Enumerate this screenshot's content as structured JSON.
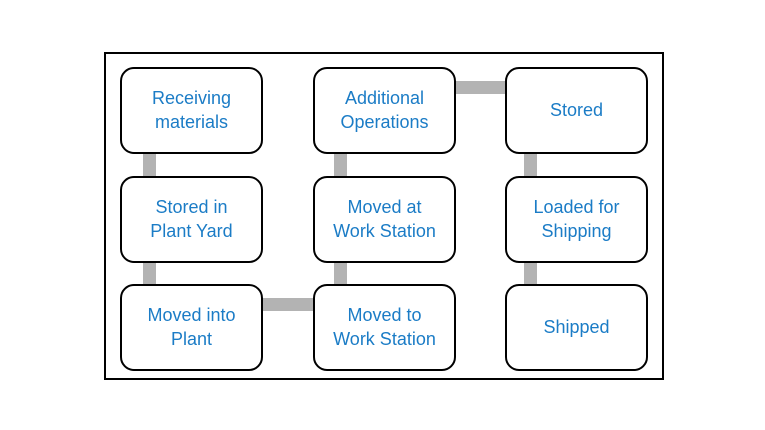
{
  "diagram": {
    "type": "flowchart",
    "background_color": "#ffffff",
    "frame_color": "#000000",
    "node_style": {
      "fill": "#ffffff",
      "border_color": "#000000",
      "text_color": "#1b7cc6"
    },
    "connector_color": "#b3b3b3",
    "nodes": [
      {
        "id": "receiving-materials",
        "label": "Receiving materials",
        "col": 1,
        "row": 1
      },
      {
        "id": "stored-in-plant-yard",
        "label": "Stored in Plant Yard",
        "col": 1,
        "row": 2
      },
      {
        "id": "moved-into-plant",
        "label": "Moved into Plant",
        "col": 1,
        "row": 3
      },
      {
        "id": "additional-operations",
        "label": "Additional Operations",
        "col": 2,
        "row": 1
      },
      {
        "id": "moved-at-work-station",
        "label": "Moved at Work Station",
        "col": 2,
        "row": 2
      },
      {
        "id": "moved-to-work-station",
        "label": "Moved to Work Station",
        "col": 2,
        "row": 3
      },
      {
        "id": "stored",
        "label": "Stored",
        "col": 3,
        "row": 1
      },
      {
        "id": "loaded-for-shipping",
        "label": "Loaded for Shipping",
        "col": 3,
        "row": 2
      },
      {
        "id": "shipped",
        "label": "Shipped",
        "col": 3,
        "row": 3
      }
    ],
    "connections": [
      {
        "from": "receiving-materials",
        "to": "stored-in-plant-yard",
        "orientation": "vertical"
      },
      {
        "from": "stored-in-plant-yard",
        "to": "moved-into-plant",
        "orientation": "vertical"
      },
      {
        "from": "moved-into-plant",
        "to": "moved-to-work-station",
        "orientation": "horizontal"
      },
      {
        "from": "moved-to-work-station",
        "to": "moved-at-work-station",
        "orientation": "vertical"
      },
      {
        "from": "moved-at-work-station",
        "to": "additional-operations",
        "orientation": "vertical"
      },
      {
        "from": "additional-operations",
        "to": "stored",
        "orientation": "horizontal"
      },
      {
        "from": "stored",
        "to": "loaded-for-shipping",
        "orientation": "vertical"
      },
      {
        "from": "loaded-for-shipping",
        "to": "shipped",
        "orientation": "vertical"
      }
    ]
  }
}
